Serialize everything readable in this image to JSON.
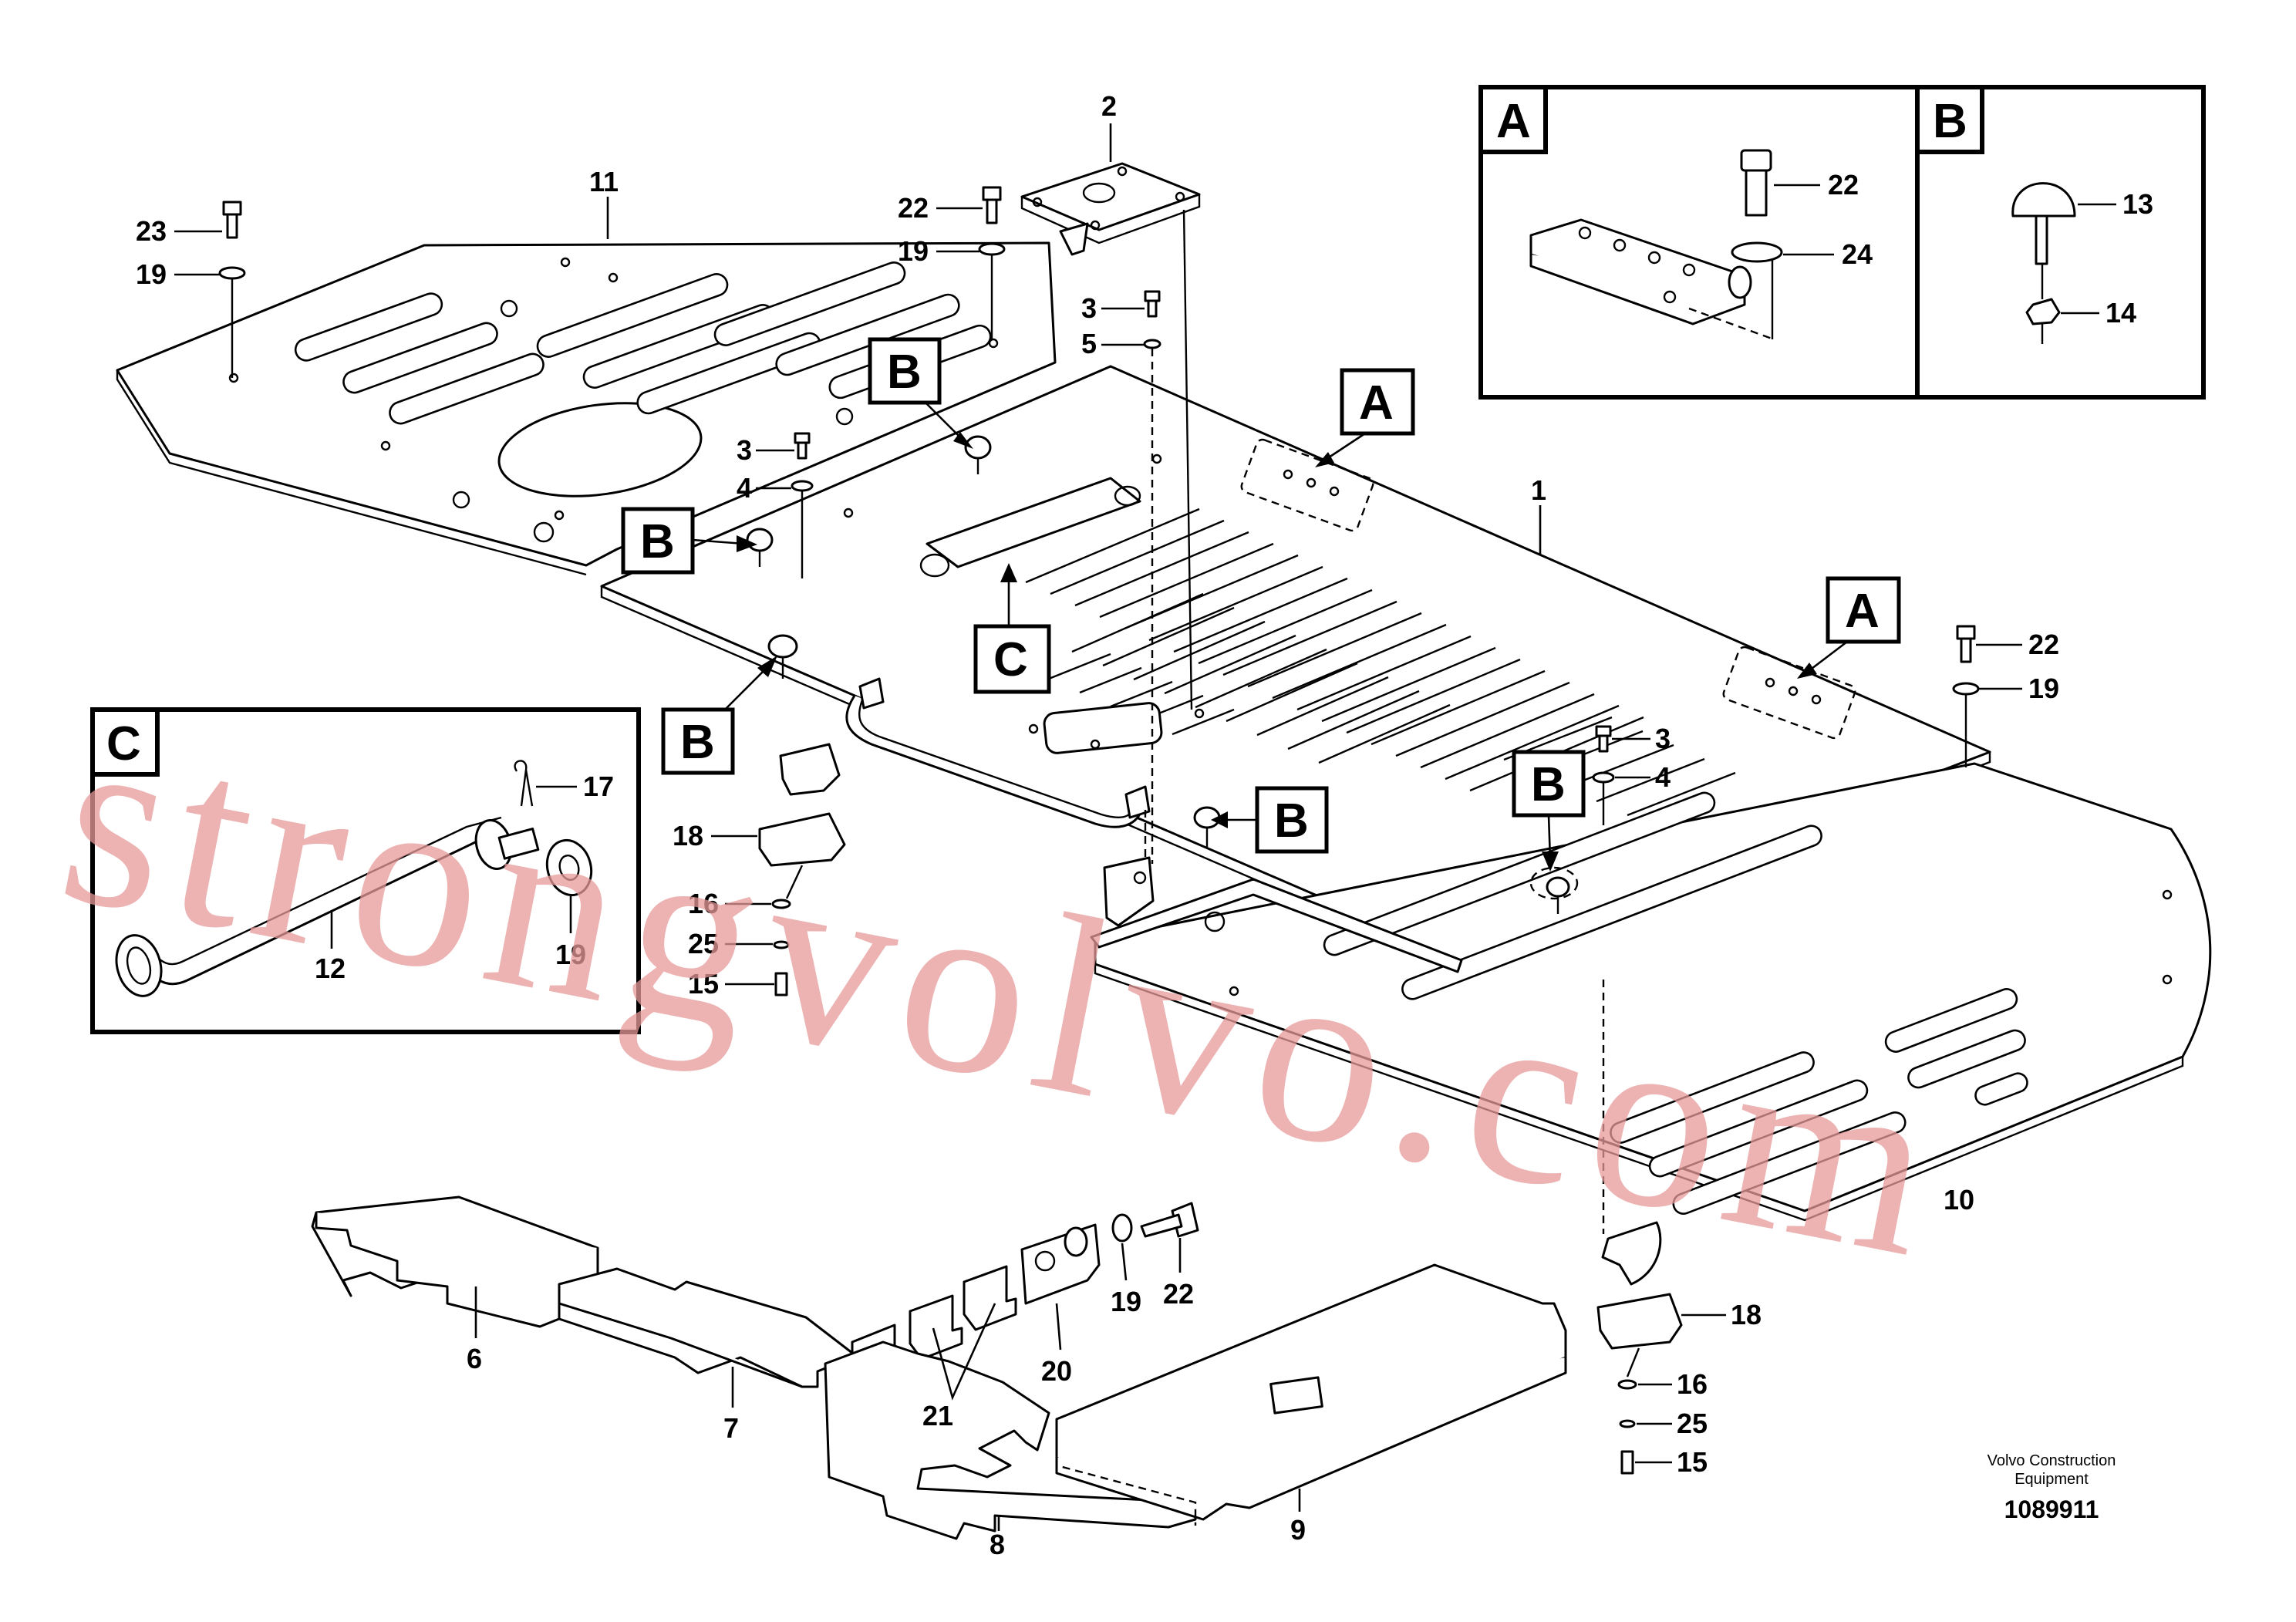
{
  "watermark": "strongvolvo.com",
  "credit": {
    "line1": "Volvo Construction",
    "line2": "Equipment"
  },
  "document_number": "1089911",
  "detail_tags": {
    "a": "A",
    "b": "B",
    "c": "C"
  },
  "part_numbers": {
    "p1": "1",
    "p2": "2",
    "p3": "3",
    "p4": "4",
    "p5": "5",
    "p6": "6",
    "p7": "7",
    "p8": "8",
    "p9": "9",
    "p10": "10",
    "p11": "11",
    "p12": "12",
    "p13": "13",
    "p14": "14",
    "p15": "15",
    "p16": "16",
    "p17": "17",
    "p18": "18",
    "p19": "19",
    "p20": "20",
    "p21": "21",
    "p22": "22",
    "p23": "23",
    "p24": "24",
    "p25": "25"
  },
  "colors": {
    "line": "#000000",
    "background": "#ffffff",
    "watermark": "#e79a9a"
  }
}
